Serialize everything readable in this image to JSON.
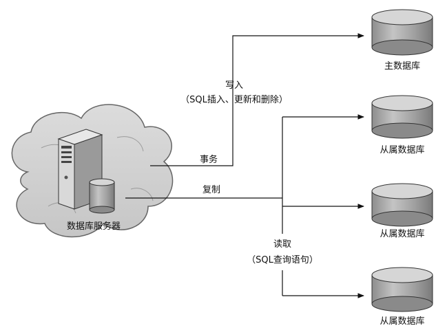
{
  "server": {
    "label": "数据库服务器"
  },
  "edges": {
    "transaction": "事务",
    "replication": "复制",
    "write": {
      "title": "写入",
      "detail": "（SQL插入、更新和删除）"
    },
    "read": {
      "title": "读取",
      "detail": "（SQL查询语句）"
    }
  },
  "databases": {
    "master": "主数据库",
    "slave1": "从属数据库",
    "slave2": "从属数据库",
    "slave3": "从属数据库"
  },
  "colors": {
    "cloud_fill": "#cfcfcf",
    "cloud_stroke": "#666666",
    "cylinder_body": "#a9a9a9",
    "cylinder_top": "#d6d6d6",
    "line": "#111111"
  },
  "icons": {
    "server": "server-tower-icon",
    "local_db": "database-cylinder-icon",
    "cloud": "cloud-shape"
  }
}
